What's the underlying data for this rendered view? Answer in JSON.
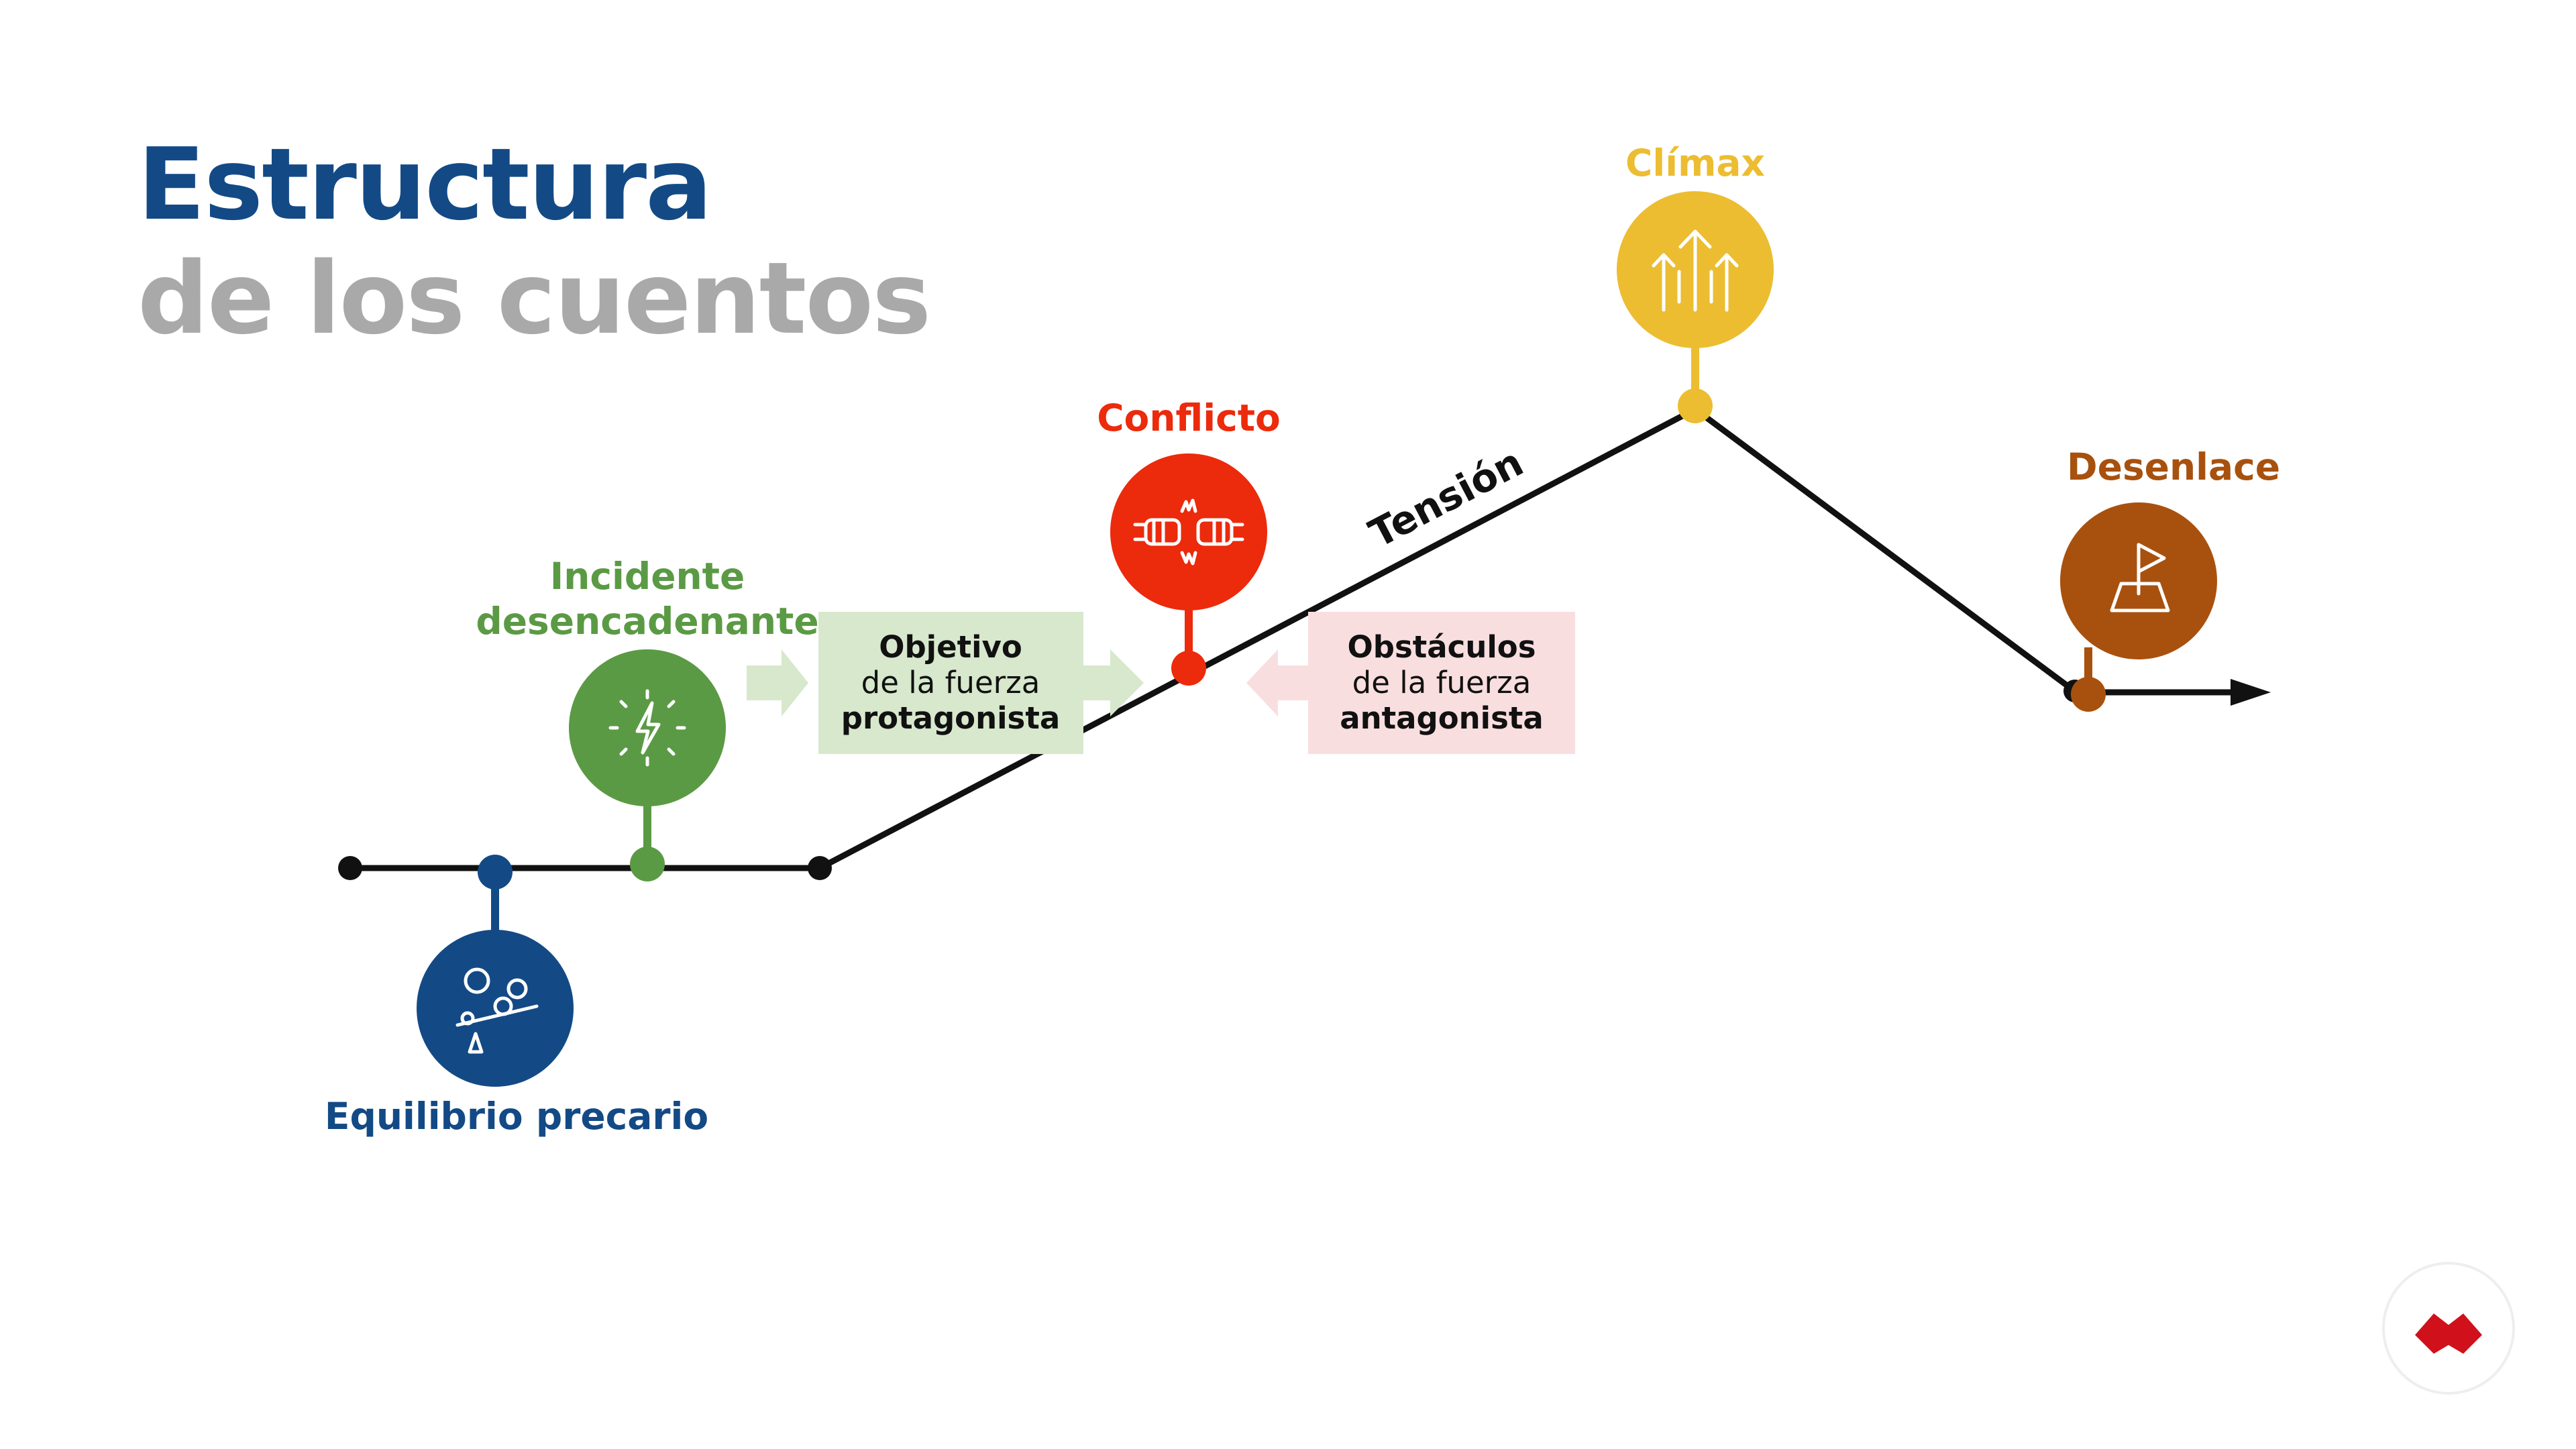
{
  "title": {
    "line1": "Estructura",
    "line2": "de los cuentos"
  },
  "colors": {
    "title_blue": "#134a86",
    "title_gray": "#a9a9a9",
    "equilibrio": "#134a86",
    "incidente": "#5b9a44",
    "conflicto": "#ec2a0c",
    "climax": "#ecbd31",
    "desenlace": "#a8510e",
    "protagonista_box": "#d7e8cd",
    "antagonista_box": "#f9dee0",
    "line": "#111111",
    "logo": "#d0111b"
  },
  "stages": {
    "equilibrio": {
      "label": "Equilibrio precario",
      "icon": "balance-icon"
    },
    "incidente": {
      "label_line1": "Incidente",
      "label_line2": "desencadenante",
      "icon": "lightning-icon"
    },
    "conflicto": {
      "label": "Conflicto",
      "icon": "fists-clash-icon"
    },
    "climax": {
      "label": "Clímax",
      "icon": "rising-arrows-icon"
    },
    "desenlace": {
      "label": "Desenlace",
      "icon": "flag-icon"
    }
  },
  "tension_label": "Tensión",
  "boxes": {
    "protagonista": {
      "line1": "Objetivo",
      "line2": "de la fuerza",
      "line3": "protagonista"
    },
    "antagonista": {
      "line1": "Obstáculos",
      "line2": "de la fuerza",
      "line3": "antagonista"
    }
  },
  "logo": {
    "icon": "brand-logo-icon"
  }
}
